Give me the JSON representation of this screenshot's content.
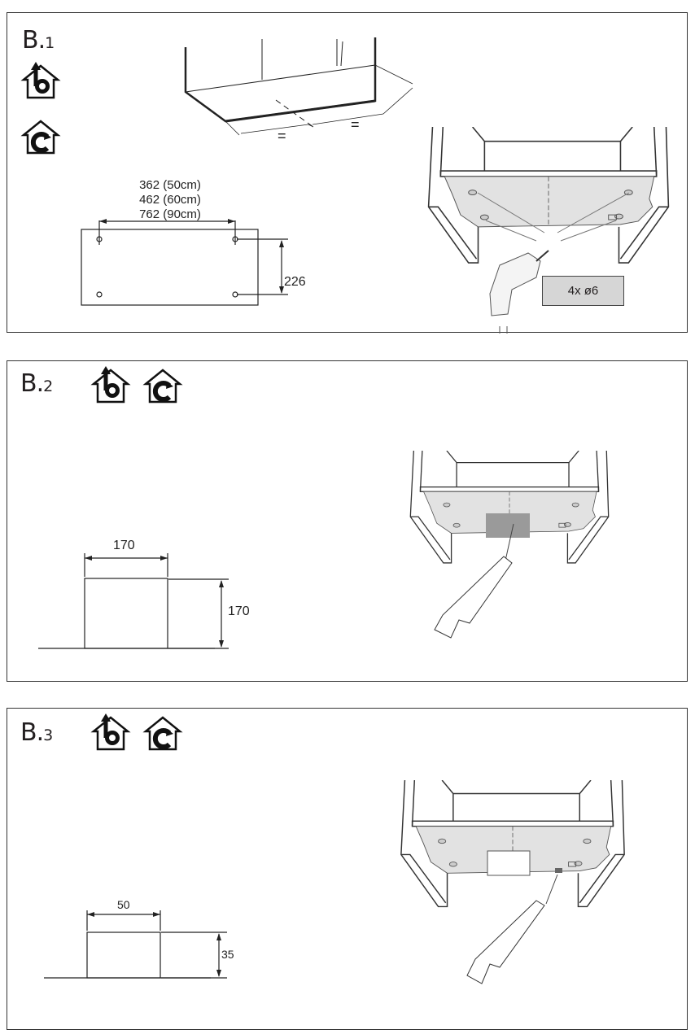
{
  "steps": [
    {
      "label_main": "B.",
      "label_sub": "1",
      "dims": {
        "width_lines": [
          "362 (50cm)",
          "462 (60cm)",
          "762 (90cm)"
        ],
        "height": "226",
        "equal_left": "=",
        "equal_right": "="
      },
      "note": "4x ø6"
    },
    {
      "label_main": "B.",
      "label_sub": "2",
      "dims": {
        "width": "170",
        "height": "170"
      }
    },
    {
      "label_main": "B.",
      "label_sub": "3",
      "dims": {
        "width": "50",
        "height": "35"
      }
    }
  ],
  "colors": {
    "plate": "#e2e2e2",
    "note_bg": "#d6d6d6",
    "cutout": "#9a9a9a"
  }
}
